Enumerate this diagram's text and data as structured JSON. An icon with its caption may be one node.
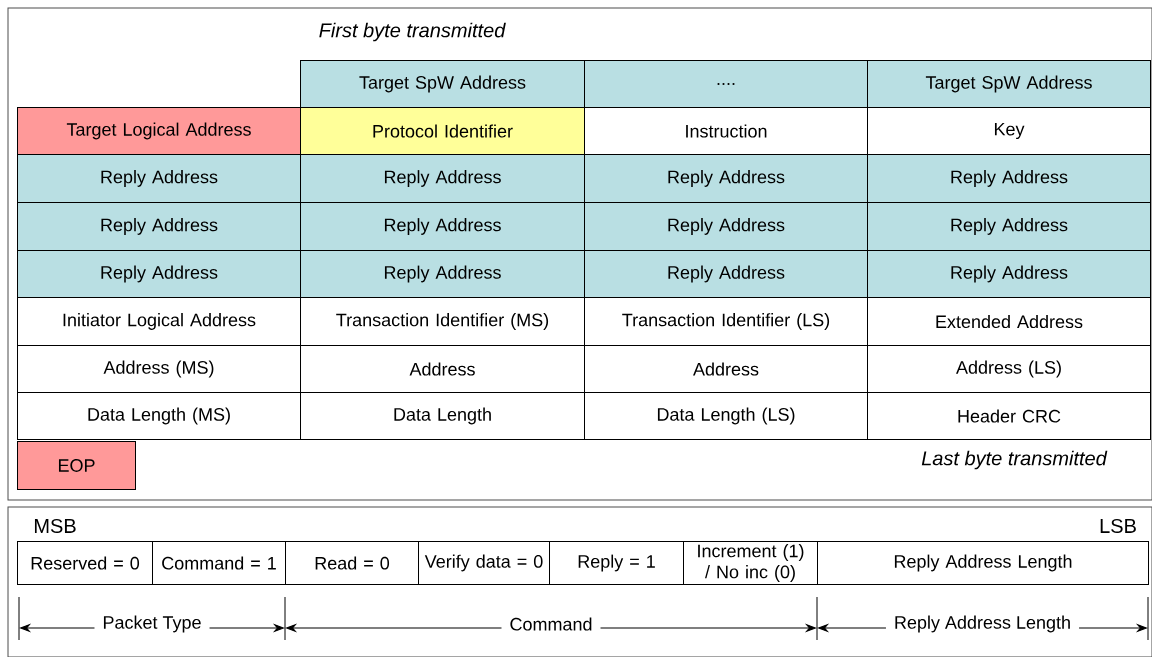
{
  "diagram": {
    "nodes": [
      {
        "text": [
          "Target SpW Address"
        ]
      },
      {
        "text": [
          "...."
        ]
      },
      {
        "text": [
          "Target SpW Address"
        ]
      },
      {
        "text": [
          "Target Logical Address"
        ]
      },
      {
        "text": [
          "Protocol Identifier"
        ]
      },
      {
        "text": [
          "Instruction"
        ]
      },
      {
        "text": [
          "Key"
        ]
      },
      {
        "text": [
          "Reply Address"
        ]
      },
      {
        "text": [
          "Reply Address"
        ]
      },
      {
        "text": [
          "Reply Address"
        ]
      },
      {
        "text": [
          "Reply Address"
        ]
      },
      {
        "text": [
          "Reply Address"
        ]
      },
      {
        "text": [
          "Reply Address"
        ]
      },
      {
        "text": [
          "Reply Address"
        ]
      },
      {
        "text": [
          "Reply Address"
        ]
      },
      {
        "text": [
          "Reply Address"
        ]
      },
      {
        "text": [
          "Reply Address"
        ]
      },
      {
        "text": [
          "Reply Address"
        ]
      },
      {
        "text": [
          "Reply Address"
        ]
      },
      {
        "text": [
          "Initiator Logical Address"
        ]
      },
      {
        "text": [
          "Transaction Identifier (MS)"
        ]
      },
      {
        "text": [
          "Transaction Identifier (LS)"
        ]
      },
      {
        "text": [
          "Extended Address"
        ]
      },
      {
        "text": [
          "Address (MS)"
        ]
      },
      {
        "text": [
          "Address"
        ]
      },
      {
        "text": [
          "Address"
        ]
      },
      {
        "text": [
          "Address (LS)"
        ]
      },
      {
        "text": [
          "Data Length (MS)"
        ]
      },
      {
        "text": [
          "Data Length"
        ]
      },
      {
        "text": [
          "Data Length (LS)"
        ]
      },
      {
        "text": [
          "Header CRC"
        ]
      },
      {
        "text": [
          "EOP"
        ]
      },
      {
        "text": [
          "Reserved = 0"
        ]
      },
      {
        "text": [
          "Command = 1"
        ]
      },
      {
        "text": [
          "Read = 0"
        ]
      },
      {
        "text": [
          "Verify data = 0"
        ]
      },
      {
        "text": [
          "Reply = 1"
        ]
      },
      {
        "text": [
          "Increment (1) / No inc (0)"
        ]
      },
      {
        "text": [
          "Reply Address Length"
        ]
      }
    ],
    "labels": [
      "First byte transmitted",
      "Last byte transmitted",
      "MSB",
      "LSB",
      "Packet Type",
      "Command",
      "Reply Address Length"
    ]
  }
}
